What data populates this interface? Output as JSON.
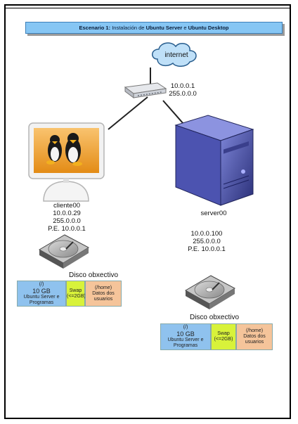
{
  "banner": {
    "prefix": "Escenario 1: ",
    "middle": "Instalación de ",
    "server": "Ubuntu Server",
    "conj": " e ",
    "desktop": "Ubuntu Desktop"
  },
  "internet_label": "internet",
  "router": {
    "ip": "10.0.0.1",
    "mask": "255.0.0.0"
  },
  "client": {
    "name": "cliente00",
    "ip": "10.0.0.29",
    "mask": "255.0.0.0",
    "gateway": "P.E. 10.0.0.1"
  },
  "server": {
    "name": "server00",
    "ip": "10.0.0.100",
    "mask": "255.0.0.0",
    "gateway": "P.E. 10.0.0.1"
  },
  "disk_title": "Disco obxectivo",
  "partitions": {
    "root_mount": "(/)",
    "root_size": "10 GB",
    "root_desc": "Ubuntu Server e Programas",
    "swap_title": "Swap",
    "swap_size": "(<=2GB)",
    "home_mount": "(/home)",
    "home_desc": "Datos dos usuarios"
  },
  "colors": {
    "root": "#8fc2ee",
    "swap": "#d8f23a",
    "home": "#f5c49a",
    "banner": "#86c6f4"
  }
}
